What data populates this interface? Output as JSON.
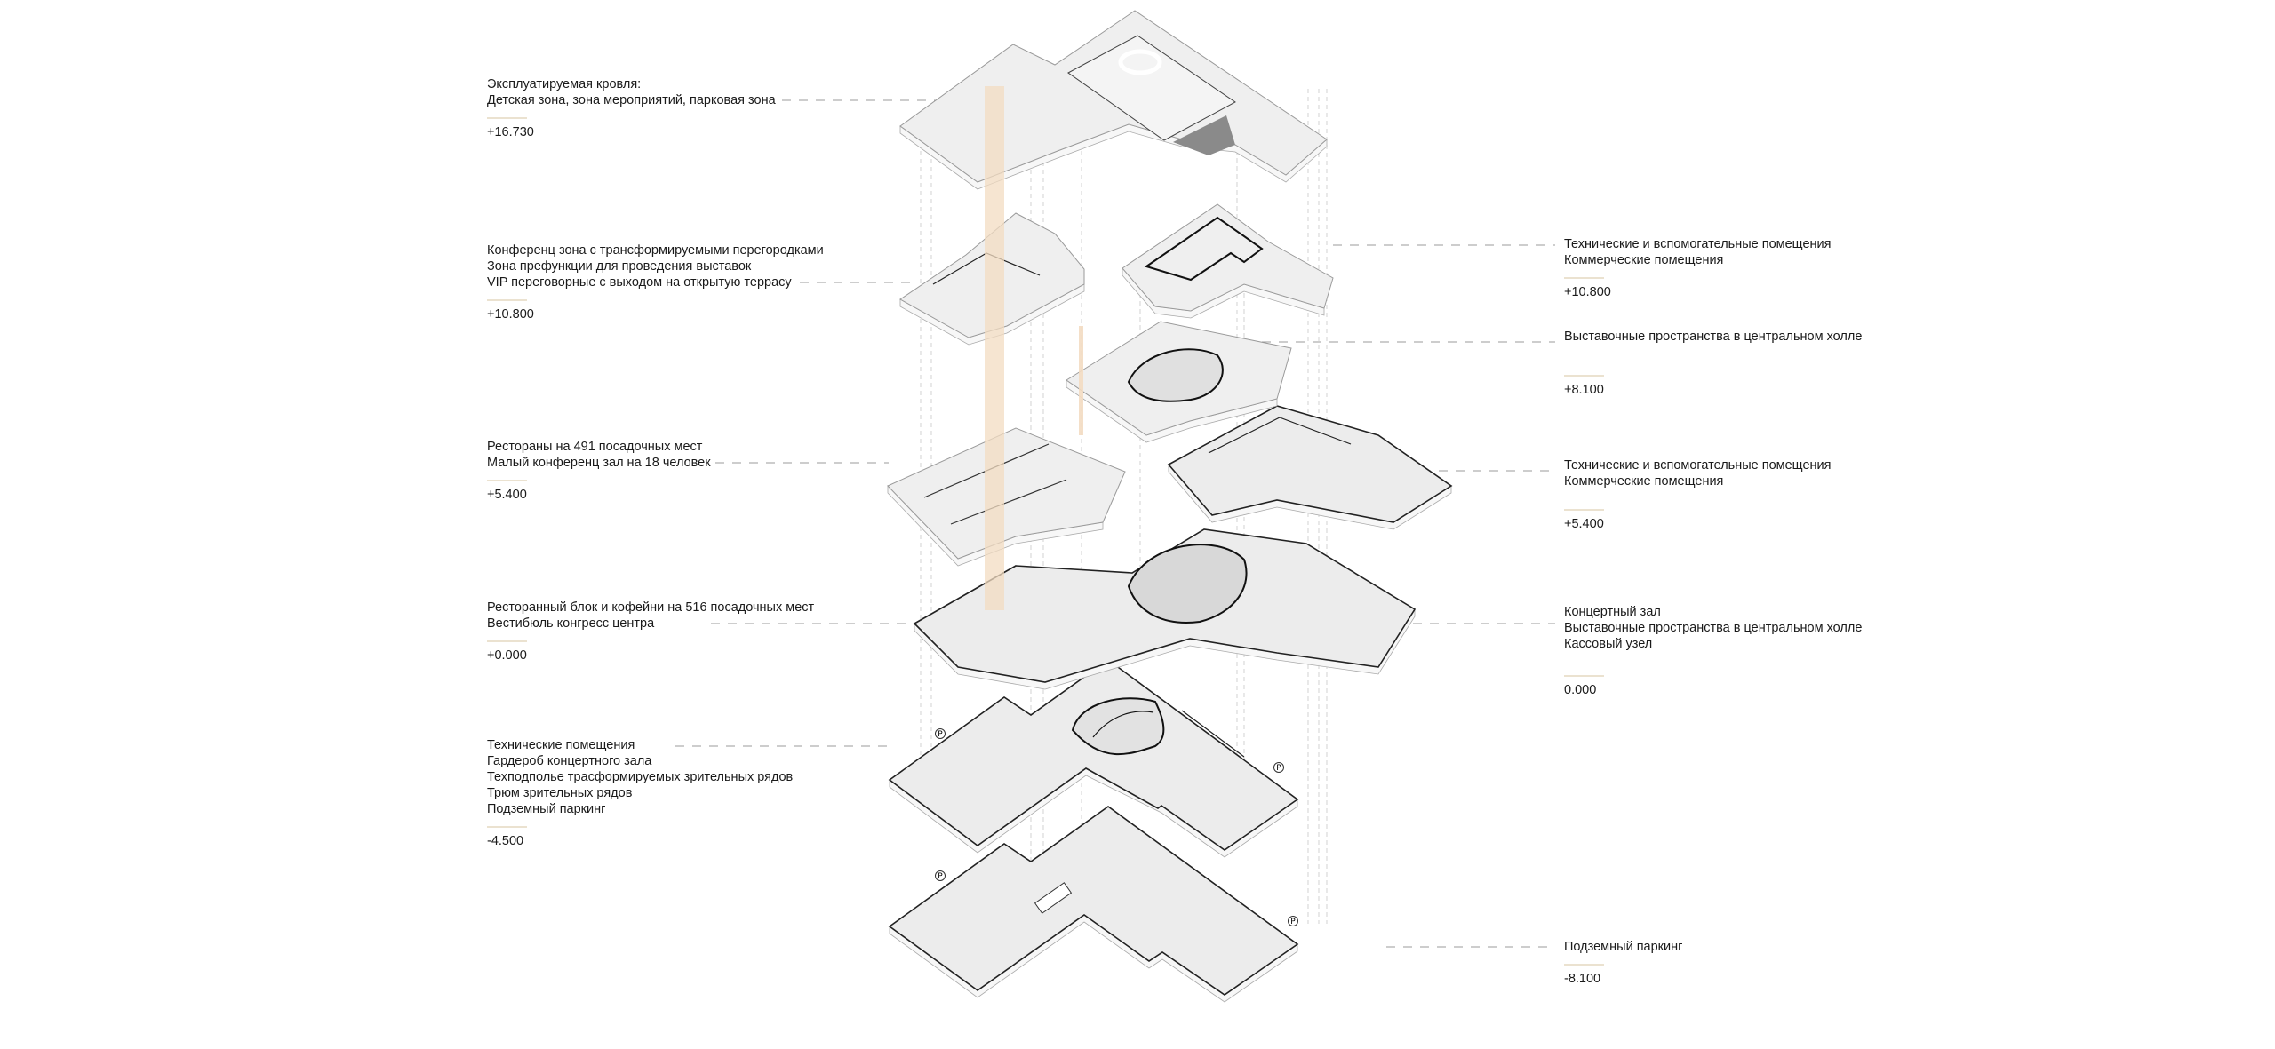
{
  "left_labels": [
    {
      "lines": [
        "Эксплуатируемая кровля:",
        "Детская зона, зона мероприятий, парковая зона"
      ],
      "elevation": "+16.730"
    },
    {
      "lines": [
        "Конференц зона с трансформируемыми перегородками",
        "Зона префункции для проведения выставок",
        "VIP переговорные с выходом на открытую террасу"
      ],
      "elevation": "+10.800"
    },
    {
      "lines": [
        "Рестораны на 491 посадочных мест",
        "Малый конференц зал на 18 человек"
      ],
      "elevation": "+5.400"
    },
    {
      "lines": [
        "Ресторанный блок и кофейни на 516 посадочных мест",
        "Вестибюль конгресс центра"
      ],
      "elevation": "+0.000"
    },
    {
      "lines": [
        "Технические помещения",
        "Гардероб концертного зала",
        "Техподполье трасформируемых зрительных рядов",
        "Трюм зрительных рядов",
        "Подземный паркинг"
      ],
      "elevation": "-4.500"
    }
  ],
  "right_labels": [
    {
      "lines": [
        "Технические и вспомогательные помещения",
        "Коммерческие помещения"
      ],
      "elevation": "+10.800"
    },
    {
      "lines": [
        "Выставочные пространства в центральном холле"
      ],
      "elevation": "+8.100"
    },
    {
      "lines": [
        "Технические и вспомогательные помещения",
        "Коммерческие помещения"
      ],
      "elevation": "+5.400"
    },
    {
      "lines": [
        "Концертный зал",
        "Выставочные пространства в центральном холле",
        "Кассовый узел"
      ],
      "elevation": "0.000"
    },
    {
      "lines": [
        "Подземный паркинг"
      ],
      "elevation": "-8.100"
    }
  ],
  "markers": {
    "parking_symbol": "P"
  },
  "colors": {
    "core_highlight": "#f3dcc2",
    "rule": "#ebe2d0",
    "slab": "#ececec",
    "outline": "#222222"
  }
}
